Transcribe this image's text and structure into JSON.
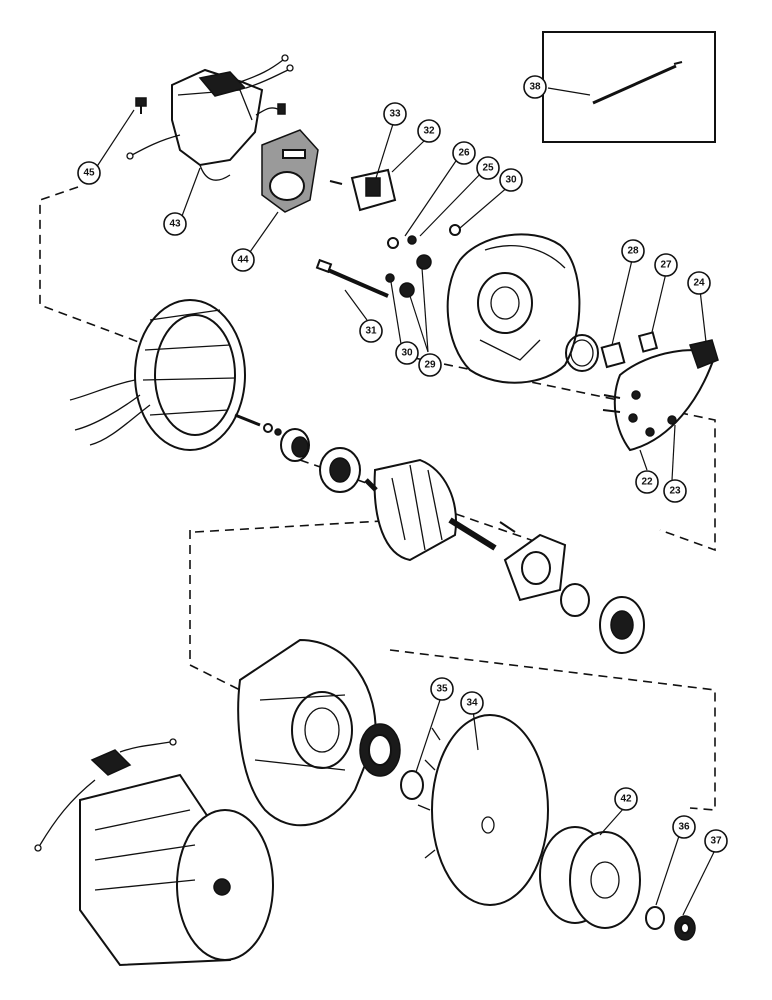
{
  "callouts": {
    "c22": "22",
    "c23": "23",
    "c24": "24",
    "c25": "25",
    "c26": "26",
    "c27": "27",
    "c28": "28",
    "c29": "29",
    "c30a": "30",
    "c30b": "30",
    "c31": "31",
    "c32": "32",
    "c33": "33",
    "c34": "34",
    "c35": "35",
    "c36": "36",
    "c37": "37",
    "c38": "38",
    "c42": "42",
    "c43": "43",
    "c44": "44",
    "c45": "45"
  }
}
